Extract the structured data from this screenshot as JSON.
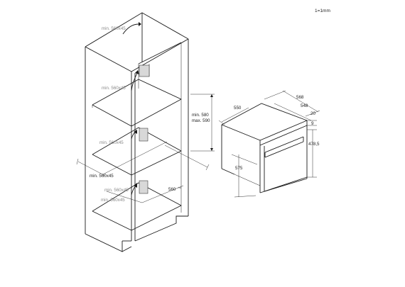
{
  "scale_note": "1=1mm",
  "cabinet": {
    "label_top": "min. 560x45",
    "label_upper": "min. 560x45",
    "label_middle": "min. 560x45",
    "label_left": "min. 560x45",
    "label_lower": "min. 560x45",
    "label_bottom": "min. 560x45",
    "height_min": "min. 580",
    "height_max": "max. 590",
    "width_label": "560"
  },
  "oven": {
    "depth_total": "568",
    "depth_body": "548",
    "width": "550",
    "front_thickness": "20",
    "top_offset": "9",
    "front_height": "478,5",
    "body_height": "575"
  }
}
